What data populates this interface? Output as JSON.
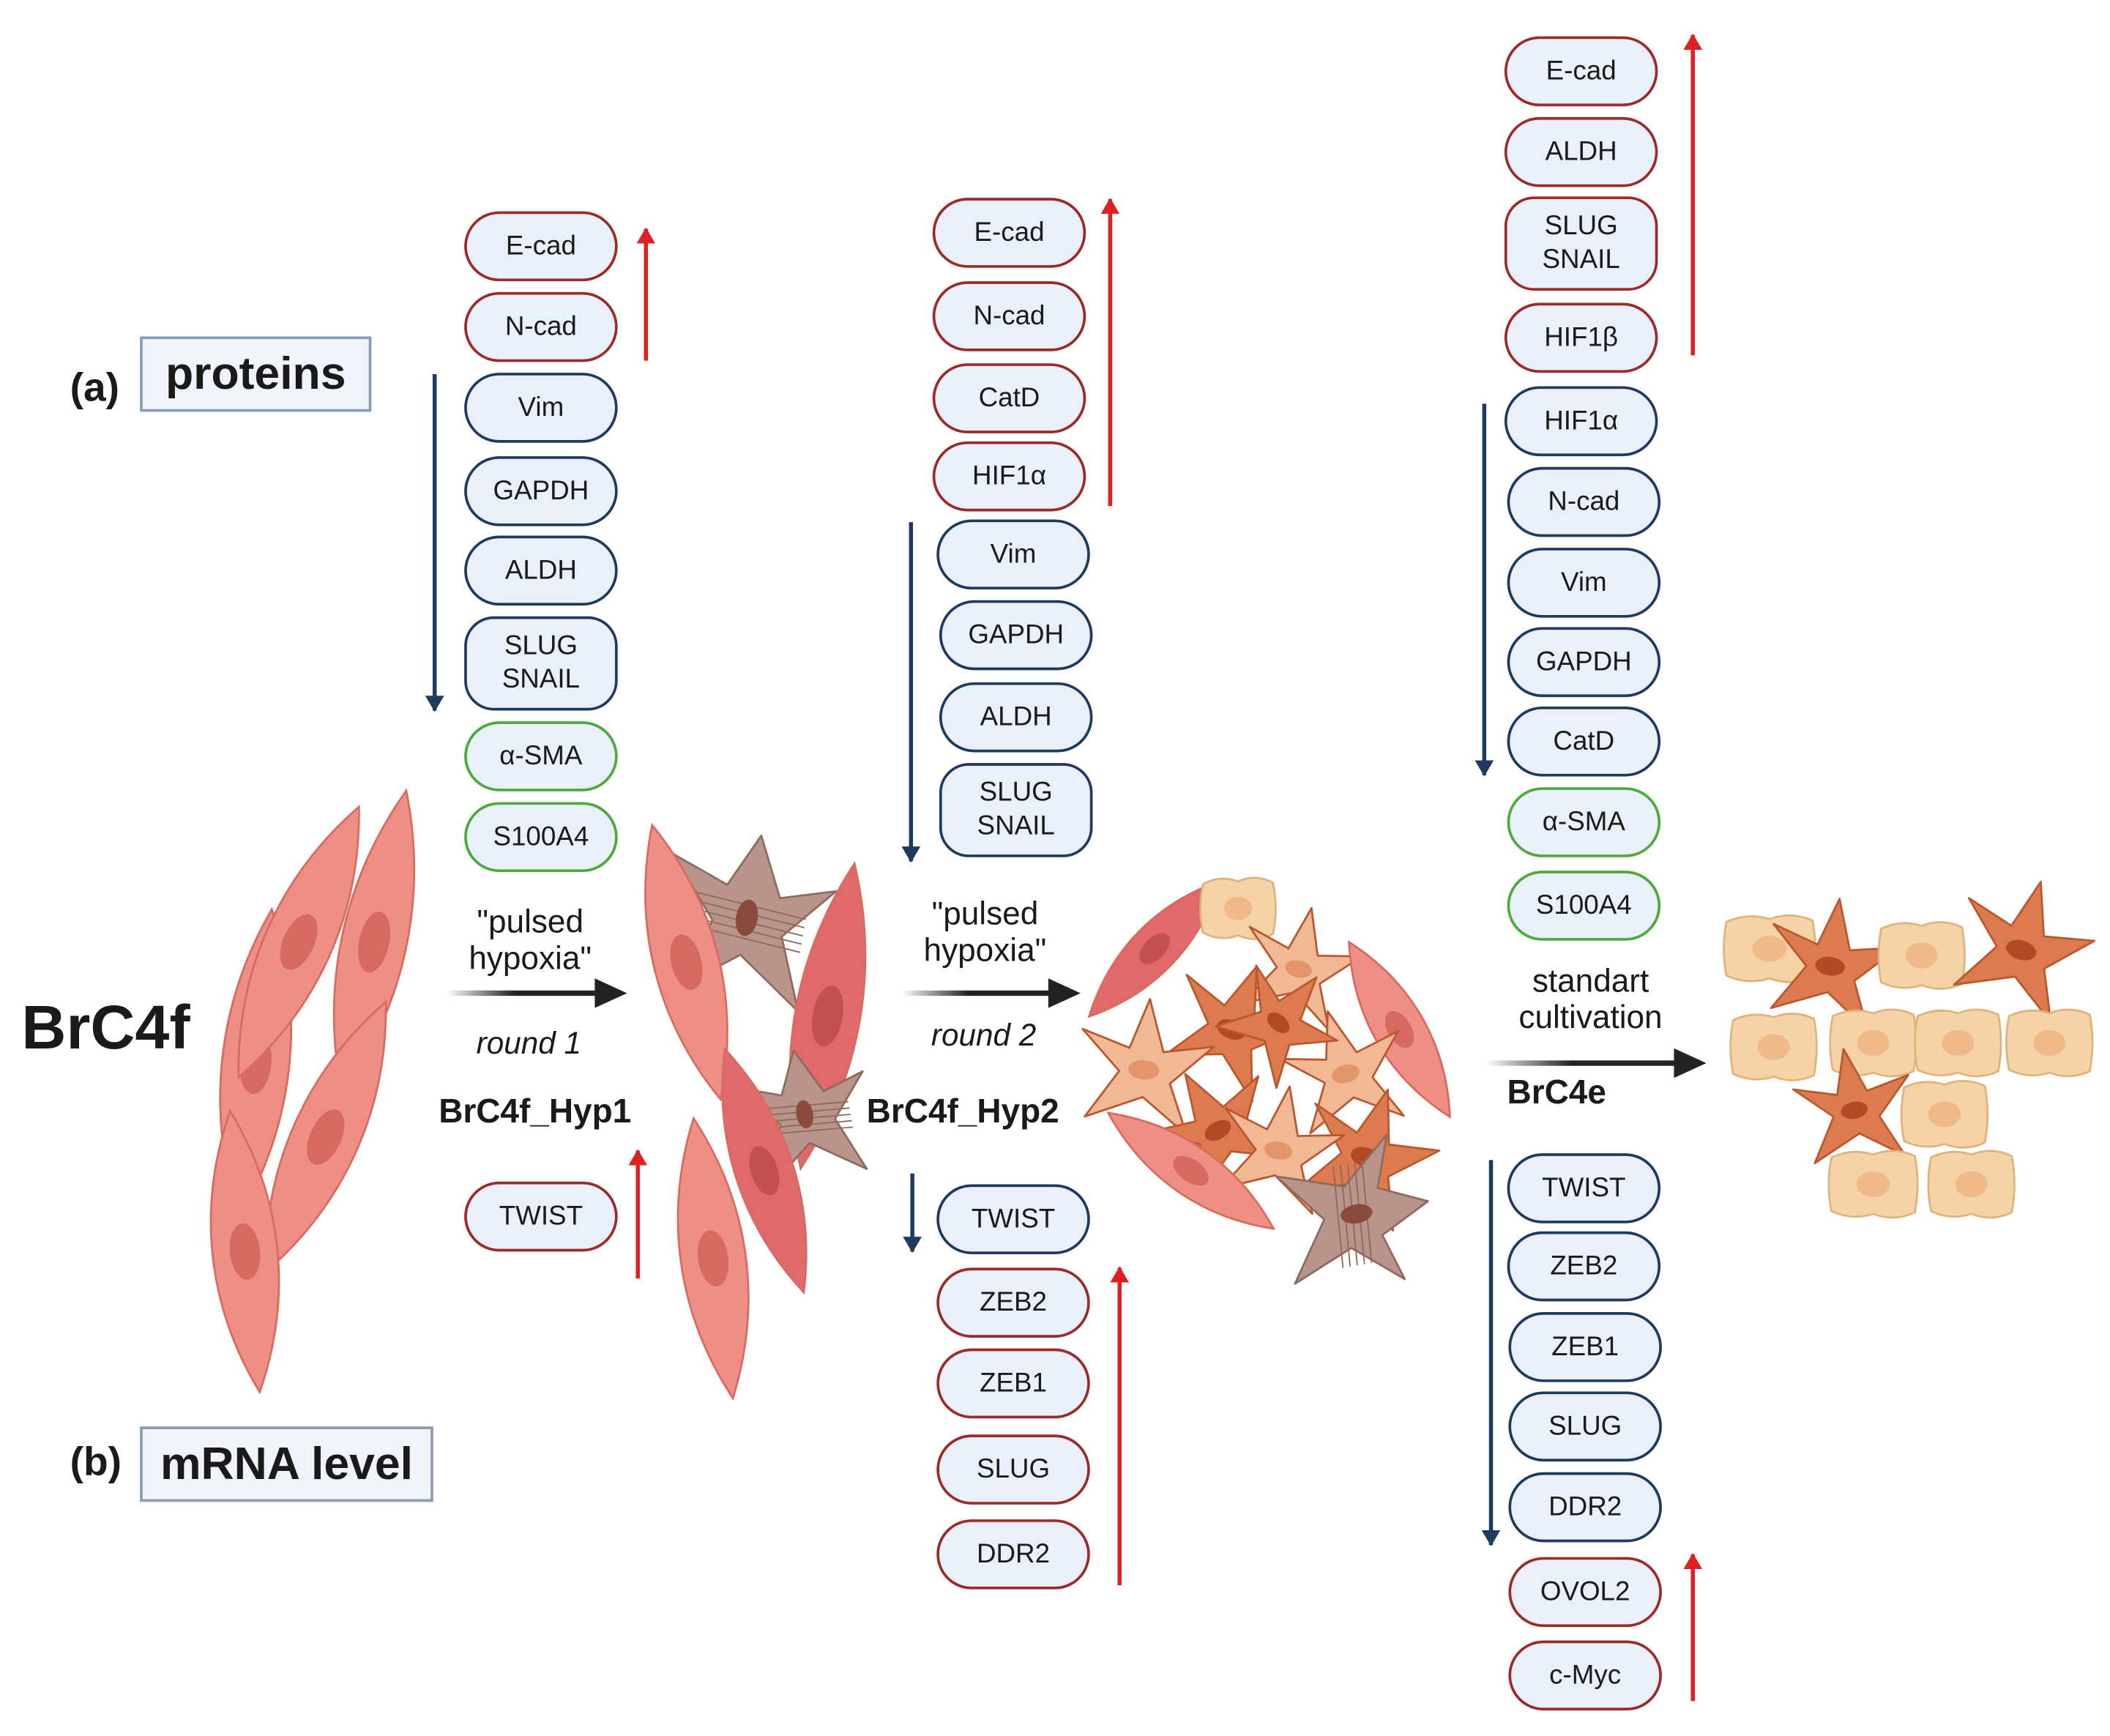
{
  "labels": {
    "cell_line": "BrC4f",
    "panel_a_letter": "(a)",
    "panel_a_label": "proteins",
    "panel_b_letter": "(b)",
    "panel_b_label": "mRNA level",
    "hyp1_name": "BrC4f_Hyp1",
    "hyp2_name": "BrC4f_Hyp2",
    "brc4e_name": "BrC4e",
    "proc1_text": "\"pulsed\nhypoxia\"",
    "proc1_round": "round 1",
    "proc2_text": "\"pulsed\nhypoxia\"",
    "proc2_round": "round 2",
    "proc3_text": "standart\ncultivation"
  },
  "colors": {
    "upregulated": "#e02020",
    "downregulated": "#1e3a5f",
    "mesenchymal_marker": "#4caa3c",
    "pill_fill": "#e9f0fa",
    "fibroblast_cell": "#ee8f85",
    "epithelial_cell": "#f6d3a7",
    "mesenchymal_cell": "#dd7a4e"
  },
  "markers": {
    "hyp1_proteins_up": [
      "E-cad",
      "N-cad"
    ],
    "hyp1_proteins_down": [
      "Vim",
      "GAPDH",
      "ALDH",
      "SLUG\nSNAIL"
    ],
    "hyp1_proteins_other": [
      "α-SMA",
      "S100A4"
    ],
    "hyp1_mrna_up": [
      "TWIST"
    ],
    "hyp2_proteins_up": [
      "E-cad",
      "N-cad",
      "CatD",
      "HIF1α"
    ],
    "hyp2_proteins_down": [
      "Vim",
      "GAPDH",
      "ALDH",
      "SLUG\nSNAIL"
    ],
    "hyp2_mrna_down": [
      "TWIST"
    ],
    "hyp2_mrna_up": [
      "ZEB2",
      "ZEB1",
      "SLUG",
      "DDR2"
    ],
    "brc4e_proteins_up": [
      "E-cad",
      "ALDH",
      "SLUG\nSNAIL",
      "HIF1β"
    ],
    "brc4e_proteins_down": [
      "HIF1α",
      "N-cad",
      "Vim",
      "GAPDH",
      "CatD"
    ],
    "brc4e_proteins_other": [
      "α-SMA",
      "S100A4"
    ],
    "brc4e_mrna_down": [
      "TWIST",
      "ZEB2",
      "ZEB1",
      "SLUG",
      "DDR2"
    ],
    "brc4e_mrna_up": [
      "OVOL2",
      "c-Myc"
    ]
  }
}
